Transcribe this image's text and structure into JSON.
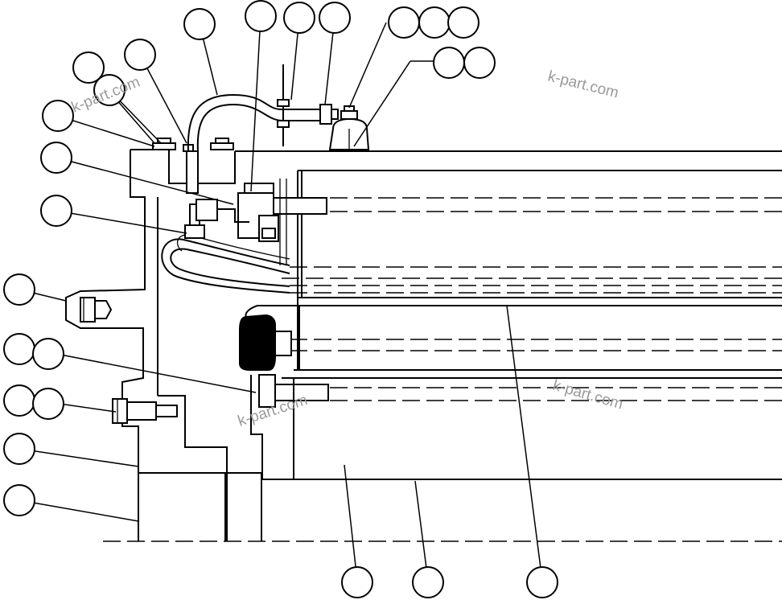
{
  "watermarks": [
    "k-part.com",
    "k-part.com",
    "k-part.com",
    "k-part.com"
  ],
  "callouts": [
    {
      "id": "c1"
    },
    {
      "id": "c2"
    },
    {
      "id": "c3"
    },
    {
      "id": "c4"
    },
    {
      "id": "c5"
    },
    {
      "id": "c6"
    },
    {
      "id": "c7"
    },
    {
      "id": "c8"
    },
    {
      "id": "c9"
    },
    {
      "id": "c10"
    },
    {
      "id": "c11"
    },
    {
      "id": "c12"
    },
    {
      "id": "c13"
    },
    {
      "id": "c14"
    },
    {
      "id": "c15"
    },
    {
      "id": "c16"
    },
    {
      "id": "c17"
    },
    {
      "id": "c18"
    },
    {
      "id": "c19"
    },
    {
      "id": "c20"
    },
    {
      "id": "c21"
    },
    {
      "id": "c22"
    },
    {
      "id": "c23"
    },
    {
      "id": "c24"
    }
  ]
}
